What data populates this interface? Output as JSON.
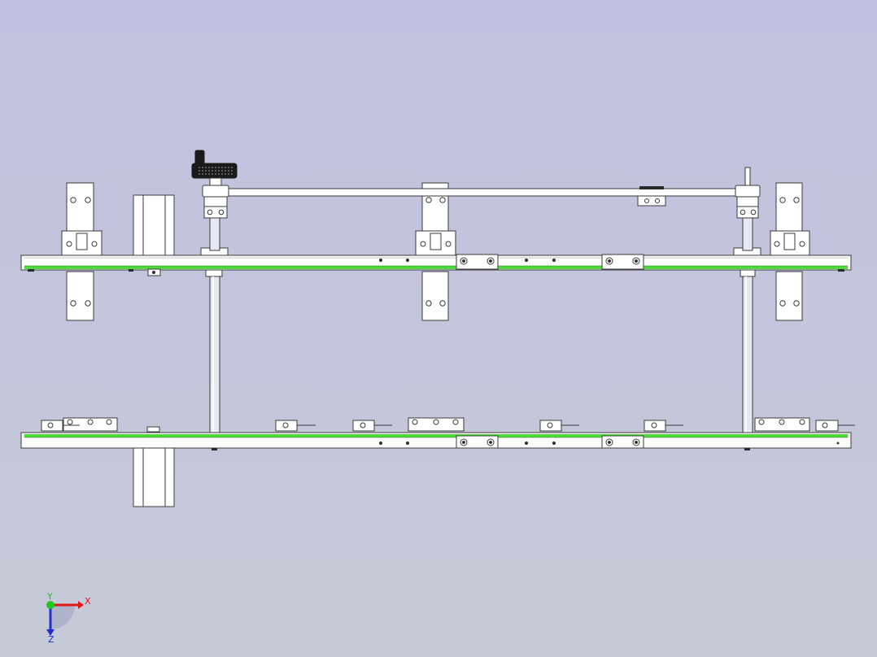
{
  "view": {
    "background_top": "#c0c1e1",
    "background_bottom": "#c6cad6"
  },
  "colors": {
    "part_fill": "#ffffff",
    "part_stroke": "#3a3a3a",
    "rail_accent": "#4cd93a",
    "knob": "#1a1a1a",
    "axis_x": "#e01818",
    "axis_y": "#22c422",
    "axis_z": "#2030d0"
  },
  "triad": {
    "x_label": "X",
    "y_label": "Y",
    "z_label": "Z",
    "icon": "coordinate-triad-icon"
  }
}
